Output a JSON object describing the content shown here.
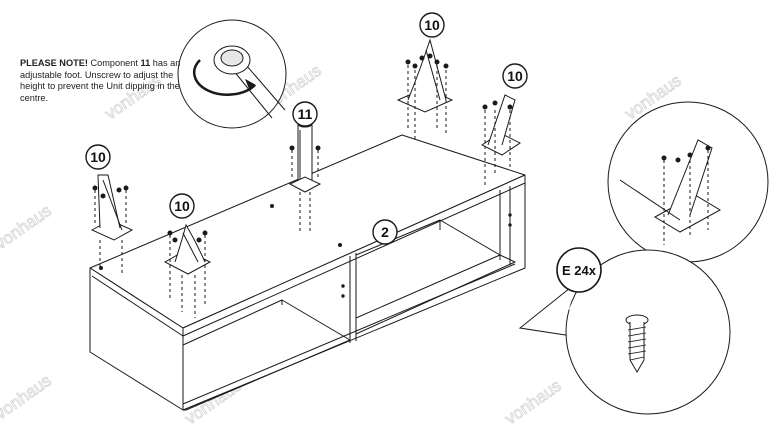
{
  "note": {
    "prefix": "PLEASE NOTE!",
    "line1": " Component ",
    "component": "11",
    "body": " has an adjustable foot. Unscrew to adjust the height to prevent the Unit dipping in the centre."
  },
  "callouts": {
    "leg_back_center": "10",
    "leg_back_right": "10",
    "leg_front_left": "10",
    "leg_front_middle": "10",
    "center_foot": "11",
    "carcass": "2"
  },
  "fittings": {
    "screw_code": "E 24x"
  },
  "watermark": "vonhaus",
  "colors": {
    "line": "#1a1a1a",
    "fill": "#ffffff",
    "shade": "#e6e6e6",
    "watermark": "#d4d4d4"
  }
}
